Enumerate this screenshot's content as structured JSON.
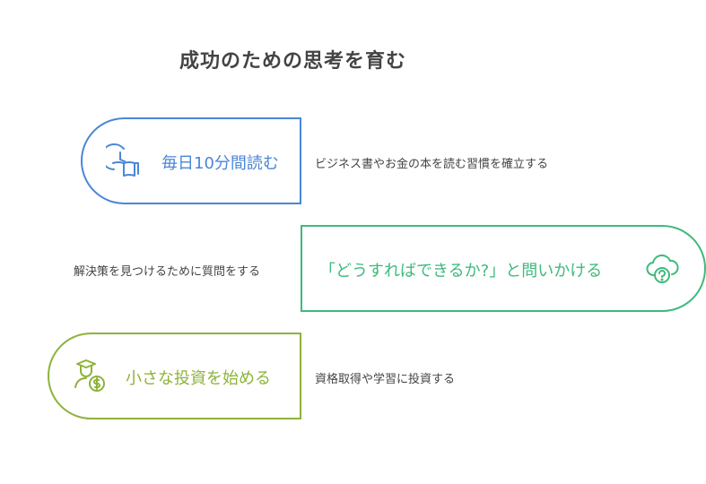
{
  "title": "成功のための思考を育む",
  "colors": {
    "blue": "#4a86d6",
    "green": "#3dba7c",
    "olive": "#8db33a"
  },
  "items": [
    {
      "label": "毎日10分間読む",
      "description": "ビジネス書やお金の本を読む習慣を確立する",
      "icon": "clock-book-icon"
    },
    {
      "label": "「どうすればできるか?」と問いかける",
      "description": "解決策を見つけるために質問をする",
      "icon": "question-cloud-icon"
    },
    {
      "label": "小さな投資を始める",
      "description": "資格取得や学習に投資する",
      "icon": "graduate-money-icon"
    }
  ]
}
